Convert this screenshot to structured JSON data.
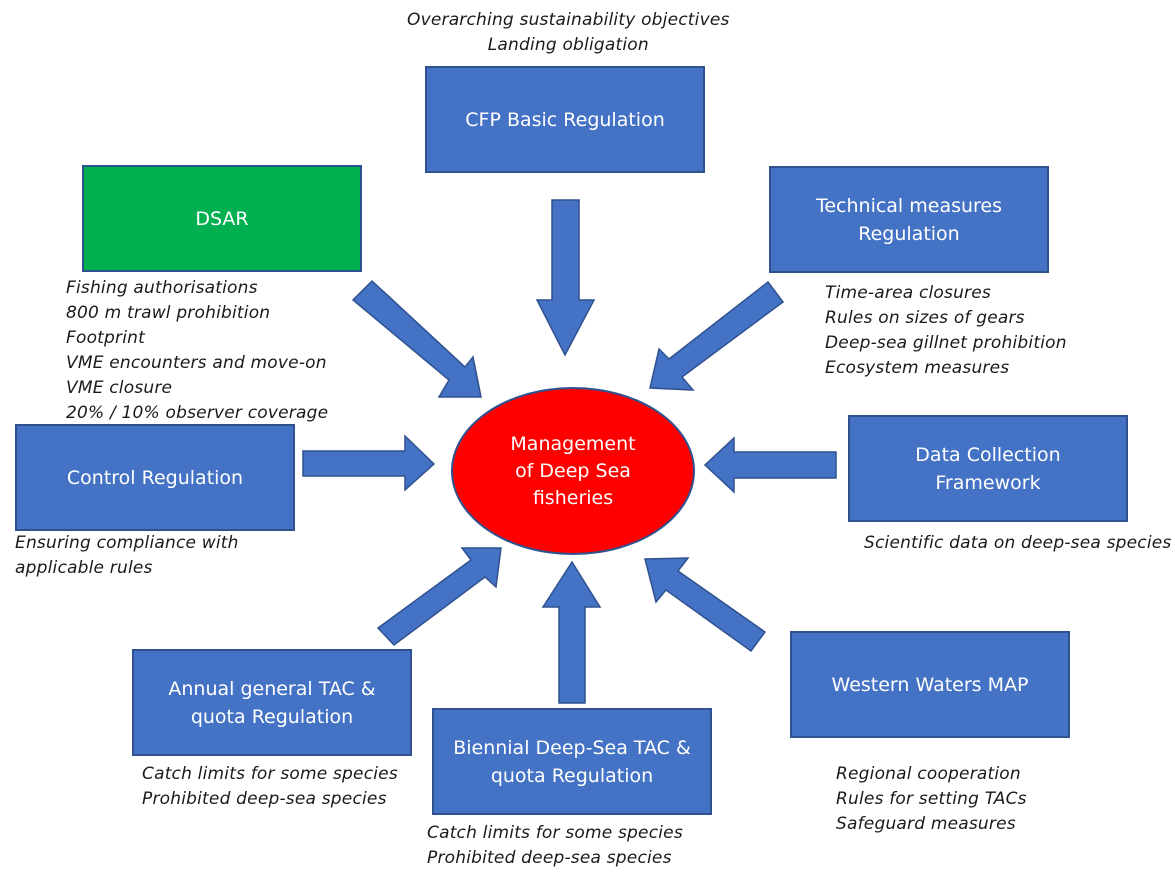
{
  "center": {
    "label": "Management\nof Deep Sea\nfisheries"
  },
  "boxes": {
    "cfp": "CFP Basic Regulation",
    "dsar": "DSAR",
    "technical": "Technical measures\nRegulation",
    "control": "Control Regulation",
    "dcf": "Data Collection\nFramework",
    "annual_tac": "Annual general TAC &\nquota Regulation",
    "biennial_tac": "Biennial Deep-Sea TAC &\nquota Regulation",
    "western_waters": "Western Waters MAP"
  },
  "notes": {
    "cfp": [
      "Overarching sustainability objectives",
      "Landing obligation"
    ],
    "dsar": [
      "Fishing authorisations",
      "800 m trawl prohibition",
      "Footprint",
      "VME encounters and move-on",
      "VME closure",
      "20% / 10% observer coverage"
    ],
    "technical": [
      "Time-area closures",
      "Rules on sizes of gears",
      "Deep-sea gillnet prohibition",
      "Ecosystem measures"
    ],
    "control": [
      "Ensuring compliance with",
      "applicable rules"
    ],
    "dcf": [
      "Scientific data on deep-sea species"
    ],
    "annual_tac": [
      "Catch limits for some species",
      "Prohibited deep-sea species"
    ],
    "biennial_tac": [
      "Catch limits for some species",
      "Prohibited deep-sea species"
    ],
    "western_waters": [
      "Regional cooperation",
      "Rules for setting TACs",
      "Safeguard measures"
    ]
  },
  "colors": {
    "box_fill": "#4472c4",
    "box_border": "#2f528f",
    "dsar_fill": "#00b050",
    "center_fill": "#ff0000",
    "arrow_fill": "#4472c4"
  }
}
